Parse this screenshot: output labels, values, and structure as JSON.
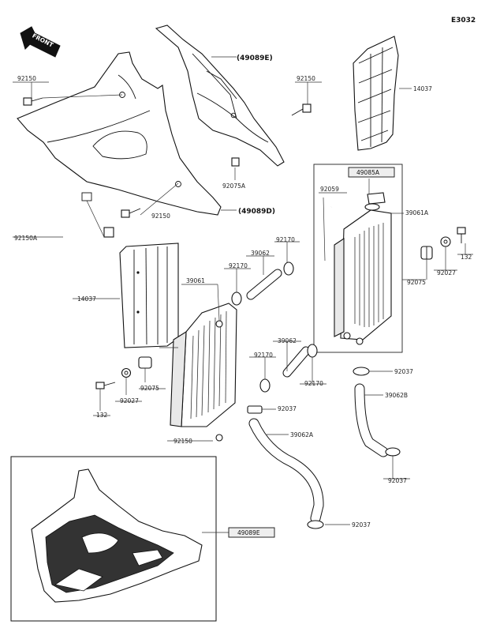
{
  "diagram_code": "E3032",
  "front_arrow": "FRONT",
  "callouts": {
    "c_92150_a": "92150",
    "c_49089e": "(49089E)",
    "c_92150_b": "92150",
    "c_14037_a": "14037",
    "c_92075a": "92075A",
    "c_92150_c": "92150",
    "c_49089d": "(49089D)",
    "c_49085a": "49085A",
    "c_92059": "92059",
    "c_39061a": "39061A",
    "c_92150a": "92150A",
    "c_92170_a": "92170",
    "c_39062_a": "39062",
    "c_132_a": "132",
    "c_92027_a": "92027",
    "c_92075_a": "92075",
    "c_14037_b": "14037",
    "c_39061": "39061",
    "c_92170_b": "92170",
    "c_39062_b": "39062",
    "c_92170_c": "92170",
    "c_92170_d": "92170",
    "c_92037_a": "92037",
    "c_39062b": "39062B",
    "c_132_b": "132",
    "c_92027_b": "92027",
    "c_92075_b": "92075",
    "c_92037_b": "92037",
    "c_39062a": "39062A",
    "c_92150_d": "92150",
    "c_92037_c": "92037",
    "c_49089e_box": "49089E",
    "c_92037_d": "92037"
  }
}
